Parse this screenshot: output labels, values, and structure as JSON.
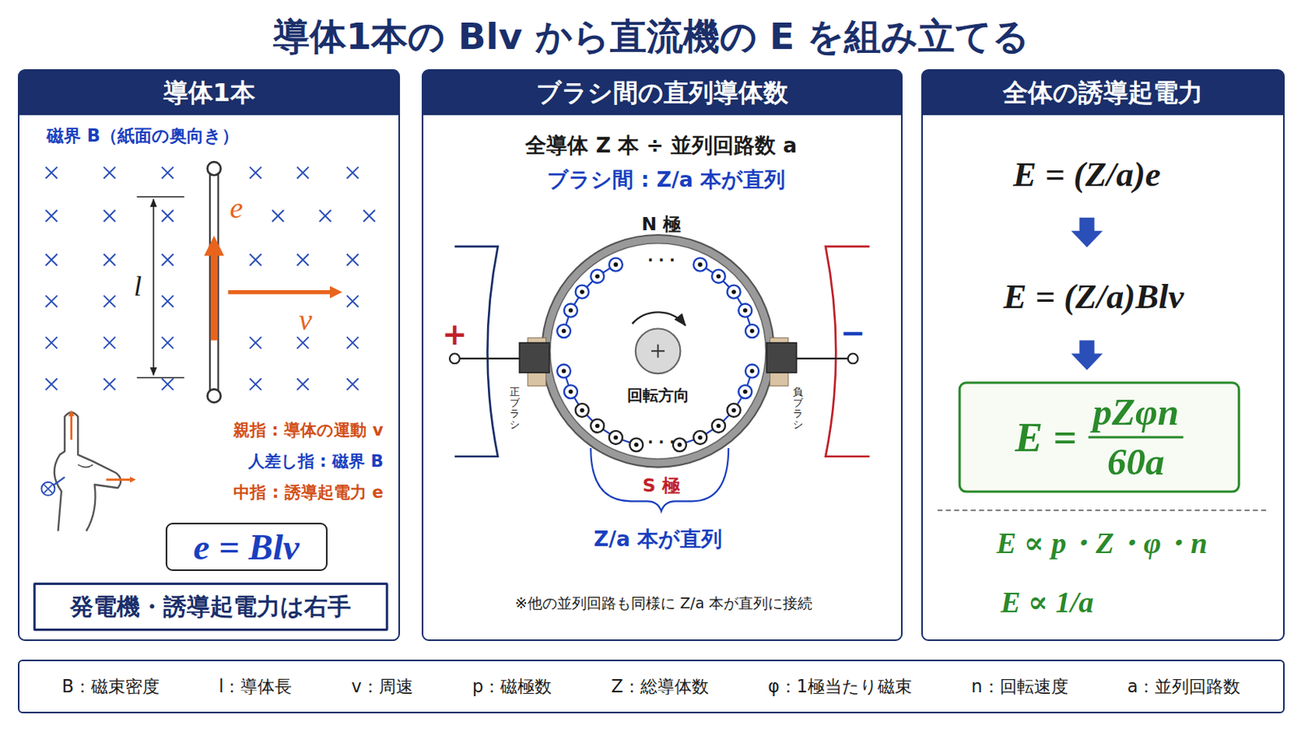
{
  "diagram": {
    "title": "導体1本の Blv から直流機の E を組み立てる",
    "nodes": [
      {
        "text": [
          "導体1本"
        ]
      },
      {
        "text": [
          "e = Blv"
        ],
        "in": 0
      },
      {
        "text": [
          "発電機・誘導起電力は右手"
        ],
        "in": 0
      },
      {
        "text": [
          "ブラシ間の直列導体数"
        ]
      },
      {
        "text": [
          "全体の誘導起電力"
        ]
      },
      {
        "text": [
          "E =",
          "pZφn",
          "60a"
        ],
        "in": 4
      },
      {
        "text": [
          "B：磁束密度",
          "l：導体長",
          "v：周速",
          "p：磁極数",
          "Z：総導体数",
          "φ：1極当たり磁束",
          "n：回転速度",
          "a：並列回路数"
        ]
      }
    ],
    "labels": [
      "磁界 B（紙面の奥向き）",
      "e",
      "l",
      "v",
      "親指 : 導体の運動 v",
      "人差し指 : 磁界 B",
      "中指 : 誘導起電力 e",
      "全導体 Z 本 ÷ 並列回路数 a",
      "ブラシ間 : Z/a 本が直列",
      "N 極",
      "· · ·",
      "· · ·",
      "+",
      "−",
      "正ブラシ",
      "回転方向",
      "負ブラシ",
      "S 極",
      "Z/a 本が直列",
      "※他の並列回路も同様に Z/a 本が直列に接続",
      "E = (Z/a)e",
      "E = (Z/a)Blv",
      "E ∝ p・Z・φ・n",
      "E ∝ 1/a"
    ]
  }
}
